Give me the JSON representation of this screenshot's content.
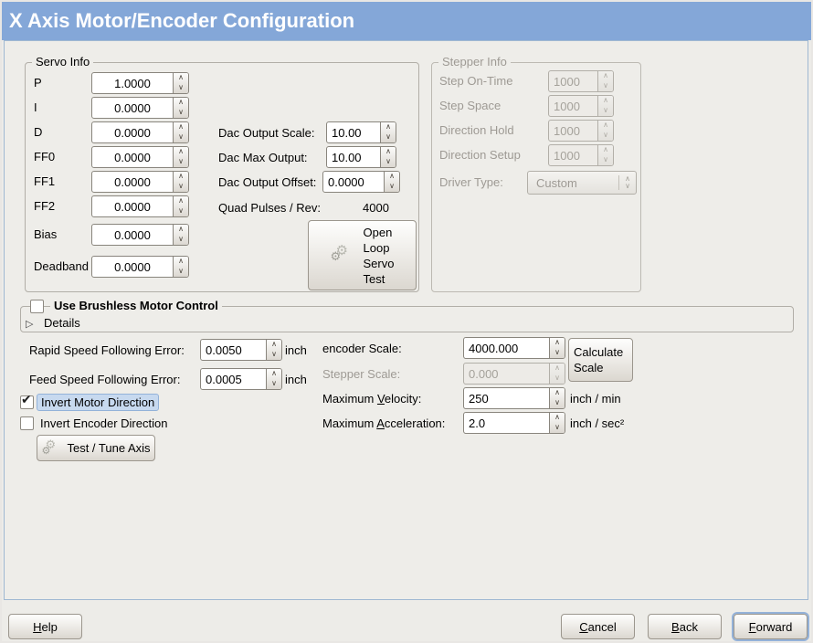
{
  "titlebar": {
    "title": "X Axis Motor/Encoder Configuration"
  },
  "icons": {
    "spin_up": "∧",
    "spin_down": "∨",
    "combo_up": "∧",
    "combo_down": "∨",
    "expander": "▷",
    "check": "✔",
    "gear": "⚙"
  },
  "servo_info": {
    "legend": "Servo Info",
    "rows": [
      {
        "label": "P",
        "value": "1.0000"
      },
      {
        "label": "I",
        "value": "0.0000"
      },
      {
        "label": "D",
        "value": "0.0000"
      },
      {
        "label": "FF0",
        "value": "0.0000"
      },
      {
        "label": "FF1",
        "value": "0.0000"
      },
      {
        "label": "FF2",
        "value": "0.0000"
      },
      {
        "label": "Bias",
        "value": "0.0000"
      },
      {
        "label": "Deadband",
        "value": "0.0000"
      }
    ]
  },
  "dac": {
    "rows": [
      {
        "label": "Dac Output Scale:",
        "value": "10.00"
      },
      {
        "label": "Dac Max Output:",
        "value": "10.00"
      },
      {
        "label": "Dac Output Offset:",
        "value": "0.0000"
      }
    ],
    "quad": {
      "label": "Quad Pulses / Rev:",
      "value": "4000"
    },
    "open_loop_button": "Open\nLoop\nServo\nTest"
  },
  "stepper_info": {
    "legend": "Stepper Info",
    "rows": [
      {
        "label": "Step On-Time",
        "value": "1000"
      },
      {
        "label": "Step Space",
        "value": "1000"
      },
      {
        "label": "Direction Hold",
        "value": "1000"
      },
      {
        "label": "Direction Setup",
        "value": "1000"
      }
    ],
    "driver_type": {
      "label": "Driver Type:",
      "value": "Custom"
    }
  },
  "brushless": {
    "label": "Use Brushless Motor Control",
    "checked": false,
    "details_label": "Details"
  },
  "following_error": {
    "rapid": {
      "label": "Rapid Speed Following Error:",
      "value": "0.0050",
      "unit": "inch"
    },
    "feed": {
      "label": "Feed Speed Following Error:",
      "value": "0.0005",
      "unit": "inch"
    }
  },
  "direction": {
    "invert_motor": {
      "label": "Invert Motor Direction",
      "checked": true
    },
    "invert_encoder": {
      "label": "Invert Encoder Direction",
      "checked": false
    },
    "test_tune_button": "Test / Tune Axis"
  },
  "scaling": {
    "encoder": {
      "label": "encoder Scale:",
      "value": "4000.000"
    },
    "stepper": {
      "label": "Stepper Scale:",
      "value": "0.000"
    },
    "calculate_button": "Calculate Scale",
    "velocity": {
      "pre": "Maximum ",
      "mn": "V",
      "post": "elocity:",
      "value": "250",
      "unit": "inch / min"
    },
    "acceleration": {
      "pre": "Maximum ",
      "mn": "A",
      "post": "cceleration:",
      "value": "2.0",
      "unit": "inch / sec²"
    }
  },
  "footer": {
    "help": {
      "mn": "H",
      "rest": "elp"
    },
    "cancel": {
      "mn": "C",
      "rest": "ancel"
    },
    "back": {
      "mn": "B",
      "rest": "ack"
    },
    "forward": {
      "mn": "F",
      "rest": "orward"
    }
  },
  "colors": {
    "titlebar": "#84a7d8",
    "focus_ring": "#94b2d9",
    "label_highlight": "#c7d9ef"
  }
}
